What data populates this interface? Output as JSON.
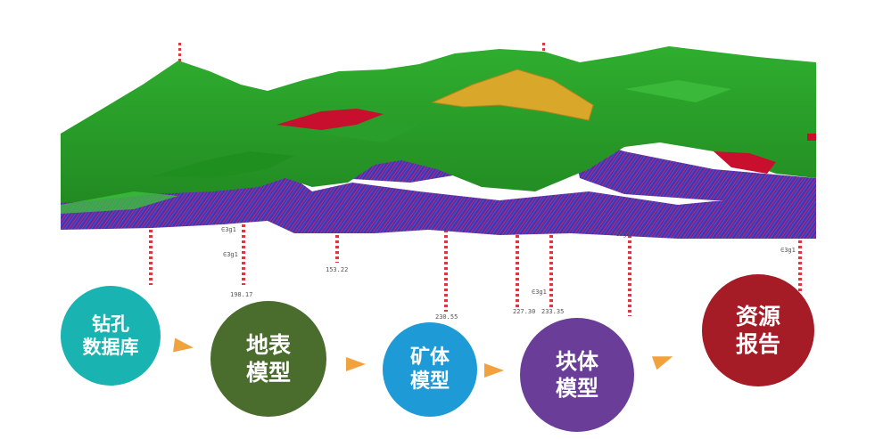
{
  "flow": {
    "steps": [
      {
        "line1": "钻孔",
        "line2": "数据库",
        "color": "#19b3b1"
      },
      {
        "line1": "地表",
        "line2": "模型",
        "color": "#4a6d2d"
      },
      {
        "line1": "矿体",
        "line2": "模型",
        "color": "#1e9bd7"
      },
      {
        "line1": "块体",
        "line2": "模型",
        "color": "#6a3e98"
      },
      {
        "line1": "资源",
        "line2": "报告",
        "color": "#a51c26"
      }
    ],
    "arrow_color": "#f2a23c"
  },
  "scene": {
    "terrain_color": "#2fae2f",
    "strata_color": "#6a2bb0",
    "orebody_color": "#d9a72a",
    "zone_color": "#c8102e",
    "drill_color": "#d33d3d",
    "labels": {
      "d1": "198.17",
      "d2": "153.22",
      "d3": "230.55",
      "d4": "227.30",
      "d5": "233.35",
      "s1": "∈3g1",
      "s2": "∈3g1",
      "s3": "∈3g1",
      "s4": "∈3g1",
      "s5": "∈3g1"
    }
  }
}
